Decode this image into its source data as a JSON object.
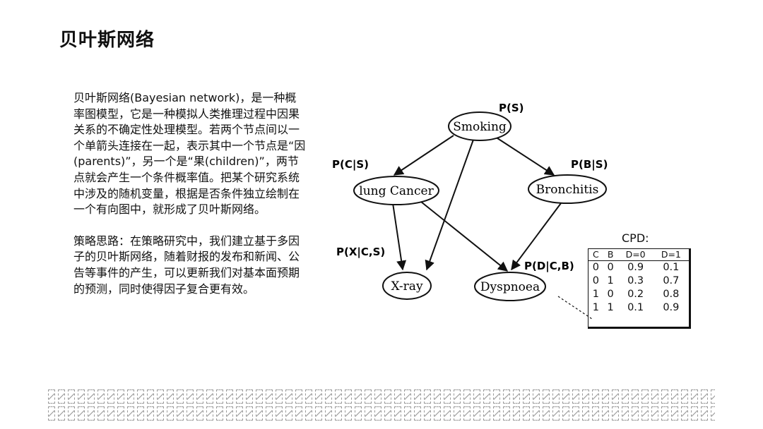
{
  "title": "贝叶斯网络",
  "paragraphs": [
    "贝叶斯网络(Bayesian network)，是一种概率图模型，它是一种模拟人类推理过程中因果关系的不确定性处理模型。若两个节点间以一个单箭头连接在一起，表示其中一个节点是“因(parents)”，另一个是“果(children)”，两节点就会产生一个条件概率值。把某个研究系统中涉及的随机变量，根据是否条件独立绘制在一个有向图中，就形成了贝叶斯网络。",
    "策略思路：在策略研究中，我们建立基于多因子的贝叶斯网络，随着财报的发布和新闻、公告等事件的产生，可以更新我们对基本面预期的预测，同时使得因子复合更有效。"
  ],
  "diagram": {
    "nodes": {
      "smoking": "Smoking",
      "cancer": "lung Cancer",
      "bronchitis": "Bronchitis",
      "xray": "X-ray",
      "dyspnoea": "Dyspnoea"
    },
    "probs": {
      "ps": "P(S)",
      "pcs": "P(C|S)",
      "pbs": "P(B|S)",
      "pxcs": "P(X|C,S)",
      "pdcb": "P(D|C,B)"
    }
  },
  "cpd": {
    "title": "CPD:",
    "headers": [
      "C",
      "B",
      "D=0",
      "D=1"
    ],
    "rows": [
      [
        "0",
        "0",
        "0.9",
        "0.1"
      ],
      [
        "0",
        "1",
        "0.3",
        "0.7"
      ],
      [
        "1",
        "0",
        "0.2",
        "0.8"
      ],
      [
        "1",
        "1",
        "0.1",
        "0.9"
      ]
    ]
  }
}
